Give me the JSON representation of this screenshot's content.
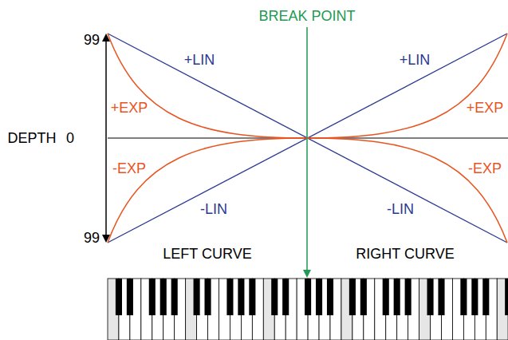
{
  "diagram": {
    "labels": [
      "BREAK POINT",
      "99",
      "+LIN",
      "+LIN",
      "+EXP",
      "+EXP",
      "DEPTH",
      "0",
      "-EXP",
      "-EXP",
      "-LIN",
      "-LIN",
      "99",
      "LEFT CURVE",
      "RIGHT CURVE"
    ]
  }
}
